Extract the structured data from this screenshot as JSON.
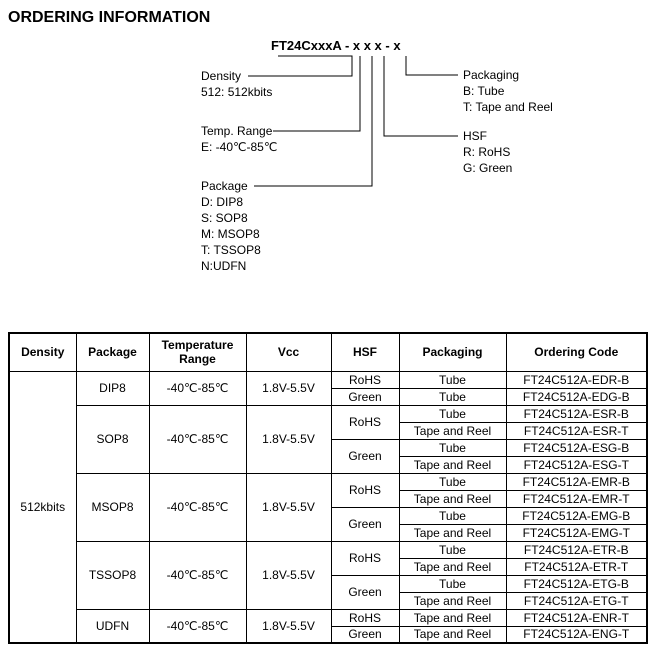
{
  "page_title": "ORDERING INFORMATION",
  "diagram": {
    "part_number": "FT24CxxxA - x x x - x",
    "density": {
      "title": "Density",
      "lines": [
        "512: 512kbits"
      ]
    },
    "temp_range": {
      "title": "Temp. Range",
      "lines": [
        "E: -40℃-85℃"
      ]
    },
    "package": {
      "title": "Package",
      "lines": [
        "D: DIP8",
        "S: SOP8",
        "M: MSOP8",
        "T: TSSOP8",
        "N:UDFN"
      ]
    },
    "hsf": {
      "title": "HSF",
      "lines": [
        "R: RoHS",
        "G: Green"
      ]
    },
    "packaging": {
      "title": "Packaging",
      "lines": [
        "B: Tube",
        "T: Tape and Reel"
      ]
    }
  },
  "table": {
    "headers": [
      "Density",
      "Package",
      "Temperature Range",
      "Vcc",
      "HSF",
      "Packaging",
      "Ordering Code"
    ],
    "density": "512kbits",
    "groups": [
      {
        "package": "DIP8",
        "temp": "-40℃-85℃",
        "vcc": "1.8V-5.5V",
        "hsf_groups": [
          {
            "hsf": "RoHS",
            "rows": [
              [
                "Tube",
                "FT24C512A-EDR-B"
              ]
            ]
          },
          {
            "hsf": "Green",
            "rows": [
              [
                "Tube",
                "FT24C512A-EDG-B"
              ]
            ]
          }
        ]
      },
      {
        "package": "SOP8",
        "temp": "-40℃-85℃",
        "vcc": "1.8V-5.5V",
        "hsf_groups": [
          {
            "hsf": "RoHS",
            "rows": [
              [
                "Tube",
                "FT24C512A-ESR-B"
              ],
              [
                "Tape and Reel",
                "FT24C512A-ESR-T"
              ]
            ]
          },
          {
            "hsf": "Green",
            "rows": [
              [
                "Tube",
                "FT24C512A-ESG-B"
              ],
              [
                "Tape and Reel",
                "FT24C512A-ESG-T"
              ]
            ]
          }
        ]
      },
      {
        "package": "MSOP8",
        "temp": "-40℃-85℃",
        "vcc": "1.8V-5.5V",
        "hsf_groups": [
          {
            "hsf": "RoHS",
            "rows": [
              [
                "Tube",
                "FT24C512A-EMR-B"
              ],
              [
                "Tape and Reel",
                "FT24C512A-EMR-T"
              ]
            ]
          },
          {
            "hsf": "Green",
            "rows": [
              [
                "Tube",
                "FT24C512A-EMG-B"
              ],
              [
                "Tape and Reel",
                "FT24C512A-EMG-T"
              ]
            ]
          }
        ]
      },
      {
        "package": "TSSOP8",
        "temp": "-40℃-85℃",
        "vcc": "1.8V-5.5V",
        "hsf_groups": [
          {
            "hsf": "RoHS",
            "rows": [
              [
                "Tube",
                "FT24C512A-ETR-B"
              ],
              [
                "Tape and Reel",
                "FT24C512A-ETR-T"
              ]
            ]
          },
          {
            "hsf": "Green",
            "rows": [
              [
                "Tube",
                "FT24C512A-ETG-B"
              ],
              [
                "Tape and Reel",
                "FT24C512A-ETG-T"
              ]
            ]
          }
        ]
      },
      {
        "package": "UDFN",
        "temp": "-40℃-85℃",
        "vcc": "1.8V-5.5V",
        "hsf_groups": [
          {
            "hsf": "RoHS",
            "rows": [
              [
                "Tape and Reel",
                "FT24C512A-ENR-T"
              ]
            ]
          },
          {
            "hsf": "Green",
            "rows": [
              [
                "Tape and Reel",
                "FT24C512A-ENG-T"
              ]
            ]
          }
        ]
      }
    ]
  }
}
